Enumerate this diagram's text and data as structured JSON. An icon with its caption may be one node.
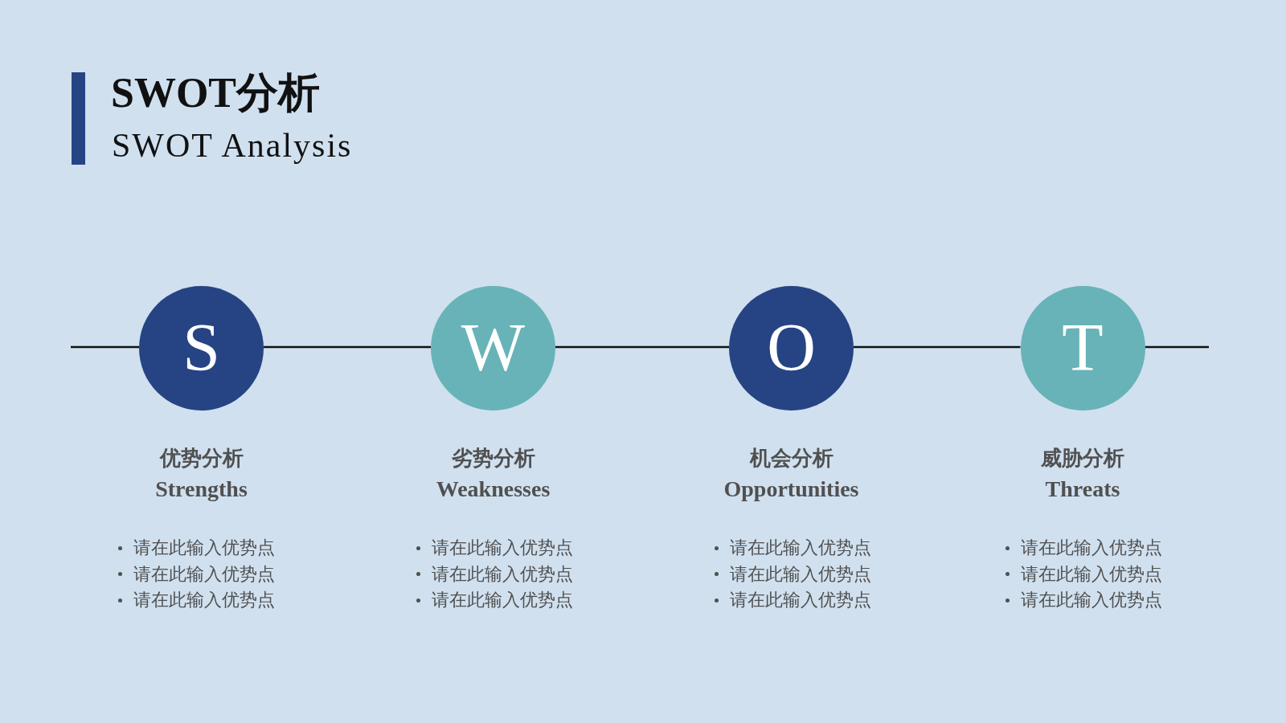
{
  "diagram": {
    "title": "SWOT分析",
    "nodes": [
      {
        "text": [
          "S"
        ],
        "beside": [
          "优势分析",
          "Strengths",
          "请在此输入优势点",
          "请在此输入优势点",
          "请在此输入优势点"
        ]
      },
      {
        "text": [
          "W"
        ],
        "beside": [
          "劣势分析",
          "Weaknesses",
          "请在此输入优势点",
          "请在此输入优势点",
          "请在此输入优势点"
        ]
      },
      {
        "text": [
          "O"
        ],
        "beside": [
          "机会分析",
          "Opportunities",
          "请在此输入优势点",
          "请在此输入优势点",
          "请在此输入优势点"
        ]
      },
      {
        "text": [
          "T"
        ],
        "beside": [
          "威胁分析",
          "Threats",
          "请在此输入优势点",
          "请在此输入优势点",
          "请在此输入优势点"
        ]
      }
    ],
    "edges": [
      {
        "from": null,
        "to": 0,
        "arrow": "none"
      },
      {
        "from": 0,
        "to": 1,
        "arrow": "none"
      },
      {
        "from": 1,
        "to": 2,
        "arrow": "none"
      },
      {
        "from": 2,
        "to": 3,
        "arrow": "none"
      },
      {
        "from": 3,
        "to": null,
        "arrow": "none"
      }
    ],
    "labels": [
      "SWOT Analysis"
    ]
  }
}
